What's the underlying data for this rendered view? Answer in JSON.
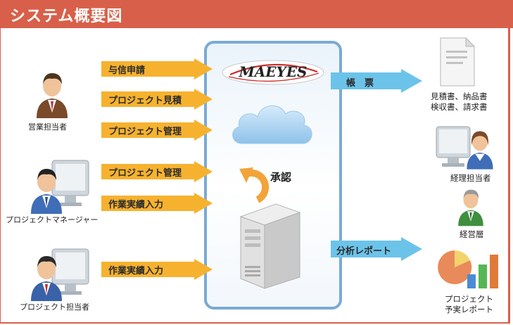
{
  "header": {
    "title": "システム概要図"
  },
  "actors": {
    "sales": "営業担当者",
    "manager": "プロジェクトマネージャー",
    "member": "プロジェクト担当者"
  },
  "inputs": [
    "与信申請",
    "プロジェクト見積",
    "プロジェクト管理",
    "プロジェクト管理",
    "作業実績入力",
    "作業実績入力"
  ],
  "logo": {
    "text": "MAEYES"
  },
  "approval": "承認",
  "outputs": {
    "forms_arrow": "帳　票",
    "analysis_arrow": "分析レポート",
    "documents": [
      "見積書、納品書",
      "検収書、請求書"
    ],
    "accounting": "経理担当者",
    "executives": "経営層",
    "report": [
      "プロジェクト",
      "予実レポート"
    ]
  },
  "colors": {
    "header": "#d8604a",
    "input_arrow": "#f6b22f",
    "output_arrow": "#6cc3ea",
    "panel_border": "#7aaad4"
  }
}
